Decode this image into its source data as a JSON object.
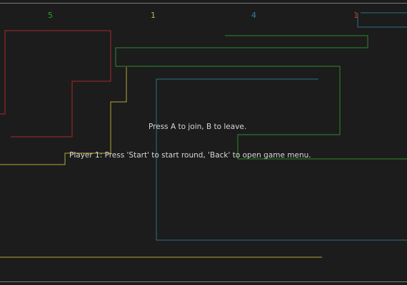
{
  "scores": [
    {
      "value": "5",
      "color": "#2fa32f"
    },
    {
      "value": "1",
      "color": "#c9b533"
    },
    {
      "value": "4",
      "color": "#2f86a6"
    },
    {
      "value": "1",
      "color": "#c63434"
    }
  ],
  "trail_colors": {
    "red": "#a82a2a",
    "yellow": "#b5a33a",
    "green": "#2c8a2c",
    "blue": "#2b6f8a"
  },
  "messages": {
    "join": "Press A to join, B to leave.",
    "start": "Player 1: Press 'Start' to start round, 'Back' to open game menu."
  }
}
